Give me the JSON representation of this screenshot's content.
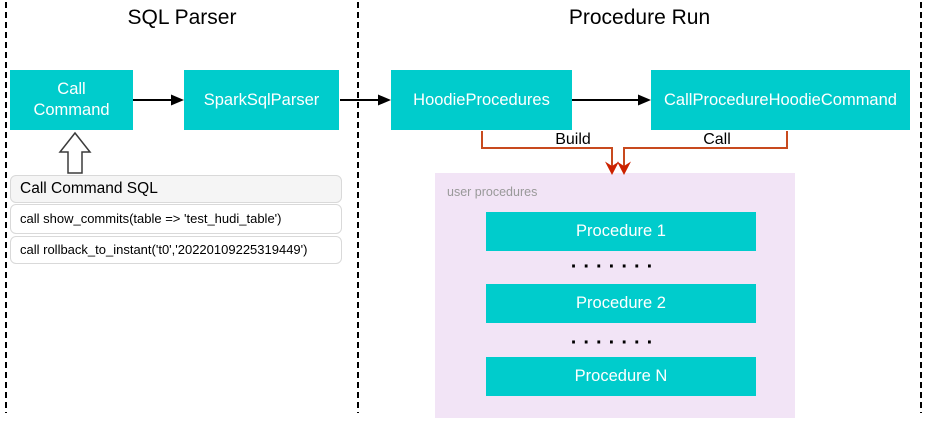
{
  "diagram": {
    "sections": [
      {
        "title": "SQL Parser"
      },
      {
        "title": "Procedure Run"
      }
    ],
    "nodes": {
      "call_command": "Call\nCommand",
      "spark_sql_parser": "SparkSqlParser",
      "hoodie_procedures": "HoodieProcedures",
      "call_procedure_hoodie_command": "CallProcedureHoodieCommand"
    },
    "edge_labels": {
      "build": "Build",
      "call": "Call"
    },
    "sql_panel": {
      "header": "Call Command SQL",
      "rows": [
        "call show_commits(table => 'test_hudi_table')",
        "call rollback_to_instant('t0','20220109225319449')"
      ]
    },
    "user_procedures": {
      "label": "user procedures",
      "items": [
        "Procedure 1",
        "Procedure 2",
        "Procedure N"
      ],
      "dots": "·······"
    },
    "colors": {
      "node_fill": "#00CCCC",
      "node_text": "#FFFFFF",
      "panel_fill": "#F2E4F6",
      "connector_orange": "#C84A1E",
      "arrowhead_red": "#CC2200",
      "arrow_black": "#000000",
      "divider_black": "#000000",
      "muted_label": "#999999"
    }
  }
}
